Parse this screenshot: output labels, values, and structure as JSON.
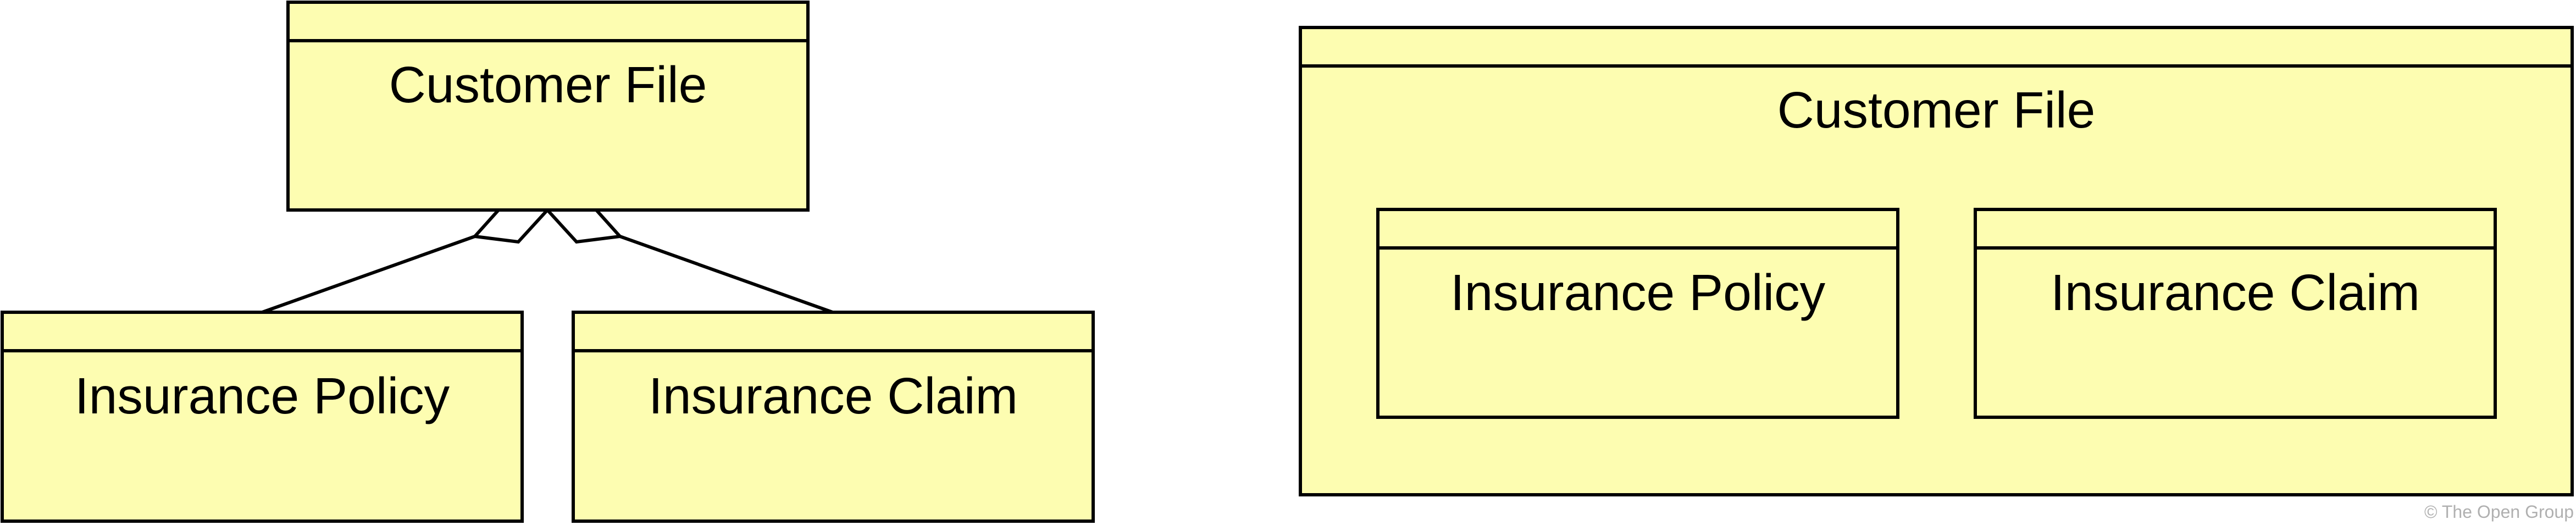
{
  "left_diagram": {
    "parent": {
      "label": "Customer File"
    },
    "children": [
      {
        "label": "Insurance Policy"
      },
      {
        "label": "Insurance Claim"
      }
    ]
  },
  "right_diagram": {
    "parent": {
      "label": "Customer File"
    },
    "children": [
      {
        "label": "Insurance Policy"
      },
      {
        "label": "Insurance Claim"
      }
    ]
  },
  "copyright": "© The Open Group",
  "colors": {
    "box_fill": "#fdfdb1",
    "stroke": "#000000",
    "copyright_text": "#b0b0b0"
  }
}
